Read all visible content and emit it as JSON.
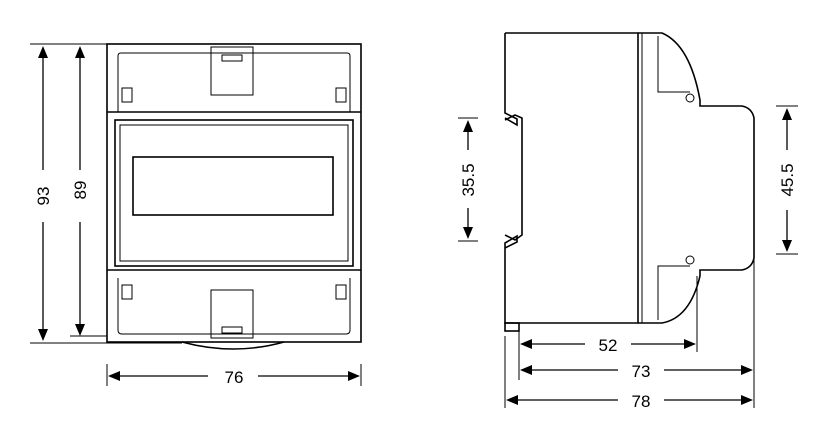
{
  "dimensions": {
    "front_total_height": "93",
    "front_body_height": "89",
    "front_width": "76",
    "side_depth_body": "52",
    "side_depth_cover": "73",
    "side_depth_total": "78",
    "side_rail_height": "35.5",
    "side_cover_height": "45.5"
  }
}
